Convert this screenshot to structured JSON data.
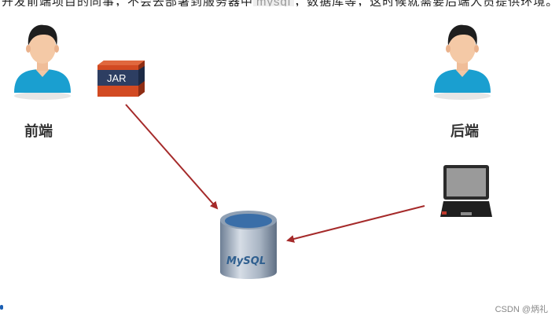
{
  "top_text": {
    "before": "开发前端项目的同事，不会去部署到服务器中",
    "code": "mysql",
    "after": "，数据库等，这时候就需要后端人员提供环境。"
  },
  "nodes": {
    "frontend": {
      "label": "前端",
      "package_label": "JAR"
    },
    "backend": {
      "label": "后端"
    },
    "database": {
      "logo_text": "MySQL"
    }
  },
  "colors": {
    "arrow": "#a52a2a",
    "person_shirt": "#1a9fd0",
    "database_blue": "#3a6ea8"
  },
  "watermark": "CSDN @炳礼"
}
